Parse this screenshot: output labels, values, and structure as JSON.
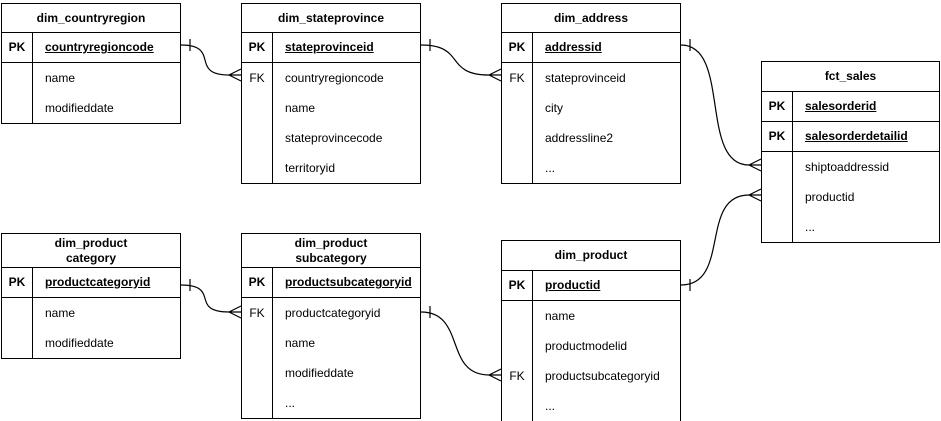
{
  "diagram": {
    "type": "entity-relationship",
    "notation": "crow-foot",
    "colors": {
      "stroke": "#000000",
      "background": "#ffffff",
      "text": "#000000"
    },
    "tables": [
      {
        "id": "dim_countryregion",
        "title": "dim_countryregion",
        "rows": [
          {
            "key": "PK",
            "name": "countryregioncode",
            "pk": true
          },
          {
            "key": "",
            "name": "name",
            "pk": false
          },
          {
            "key": "",
            "name": "modifieddate",
            "pk": false
          }
        ]
      },
      {
        "id": "dim_stateprovince",
        "title": "dim_stateprovince",
        "rows": [
          {
            "key": "PK",
            "name": "stateprovinceid",
            "pk": true
          },
          {
            "key": "FK",
            "name": "countryregioncode",
            "pk": false
          },
          {
            "key": "",
            "name": "name",
            "pk": false
          },
          {
            "key": "",
            "name": "stateprovincecode",
            "pk": false
          },
          {
            "key": "",
            "name": "territoryid",
            "pk": false
          }
        ]
      },
      {
        "id": "dim_address",
        "title": "dim_address",
        "rows": [
          {
            "key": "PK",
            "name": "addressid",
            "pk": true
          },
          {
            "key": "FK",
            "name": "stateprovinceid",
            "pk": false
          },
          {
            "key": "",
            "name": "city",
            "pk": false
          },
          {
            "key": "",
            "name": "addressline2",
            "pk": false
          },
          {
            "key": "",
            "name": "...",
            "pk": false
          }
        ]
      },
      {
        "id": "fct_sales",
        "title": "fct_sales",
        "rows": [
          {
            "key": "PK",
            "name": "salesorderid",
            "pk": true
          },
          {
            "key": "PK",
            "name": "salesorderdetailid",
            "pk": true
          },
          {
            "key": "",
            "name": "shiptoaddressid",
            "pk": false
          },
          {
            "key": "",
            "name": "productid",
            "pk": false
          },
          {
            "key": "",
            "name": "...",
            "pk": false
          }
        ]
      },
      {
        "id": "dim_productcategory",
        "title": "dim_product\ncategory",
        "rows": [
          {
            "key": "PK",
            "name": "productcategoryid",
            "pk": true
          },
          {
            "key": "",
            "name": "name",
            "pk": false
          },
          {
            "key": "",
            "name": "modifieddate",
            "pk": false
          }
        ]
      },
      {
        "id": "dim_productsubcategory",
        "title": "dim_product\nsubcategory",
        "rows": [
          {
            "key": "PK",
            "name": "productsubcategoryid",
            "pk": true
          },
          {
            "key": "FK",
            "name": "productcategoryid",
            "pk": false
          },
          {
            "key": "",
            "name": "name",
            "pk": false
          },
          {
            "key": "",
            "name": "modifieddate",
            "pk": false
          },
          {
            "key": "",
            "name": "...",
            "pk": false
          }
        ]
      },
      {
        "id": "dim_product",
        "title": "dim_product",
        "rows": [
          {
            "key": "PK",
            "name": "productid",
            "pk": true
          },
          {
            "key": "",
            "name": "name",
            "pk": false
          },
          {
            "key": "",
            "name": "productmodelid",
            "pk": false
          },
          {
            "key": "FK",
            "name": "productsubcategoryid",
            "pk": false
          },
          {
            "key": "",
            "name": "...",
            "pk": false
          }
        ]
      }
    ],
    "relationships": [
      {
        "from_table": "dim_countryregion",
        "from_column": "countryregioncode",
        "to_table": "dim_stateprovince",
        "to_column": "countryregioncode",
        "cardinality": "one-to-many"
      },
      {
        "from_table": "dim_stateprovince",
        "from_column": "stateprovinceid",
        "to_table": "dim_address",
        "to_column": "stateprovinceid",
        "cardinality": "one-to-many"
      },
      {
        "from_table": "dim_address",
        "from_column": "addressid",
        "to_table": "fct_sales",
        "to_column": "shiptoaddressid",
        "cardinality": "one-to-many"
      },
      {
        "from_table": "dim_product",
        "from_column": "productid",
        "to_table": "fct_sales",
        "to_column": "productid",
        "cardinality": "one-to-many"
      },
      {
        "from_table": "dim_productcategory",
        "from_column": "productcategoryid",
        "to_table": "dim_productsubcategory",
        "to_column": "productcategoryid",
        "cardinality": "one-to-many"
      },
      {
        "from_table": "dim_productsubcategory",
        "from_column": "productsubcategoryid",
        "to_table": "dim_product",
        "to_column": "productsubcategoryid",
        "cardinality": "one-to-many"
      }
    ]
  }
}
